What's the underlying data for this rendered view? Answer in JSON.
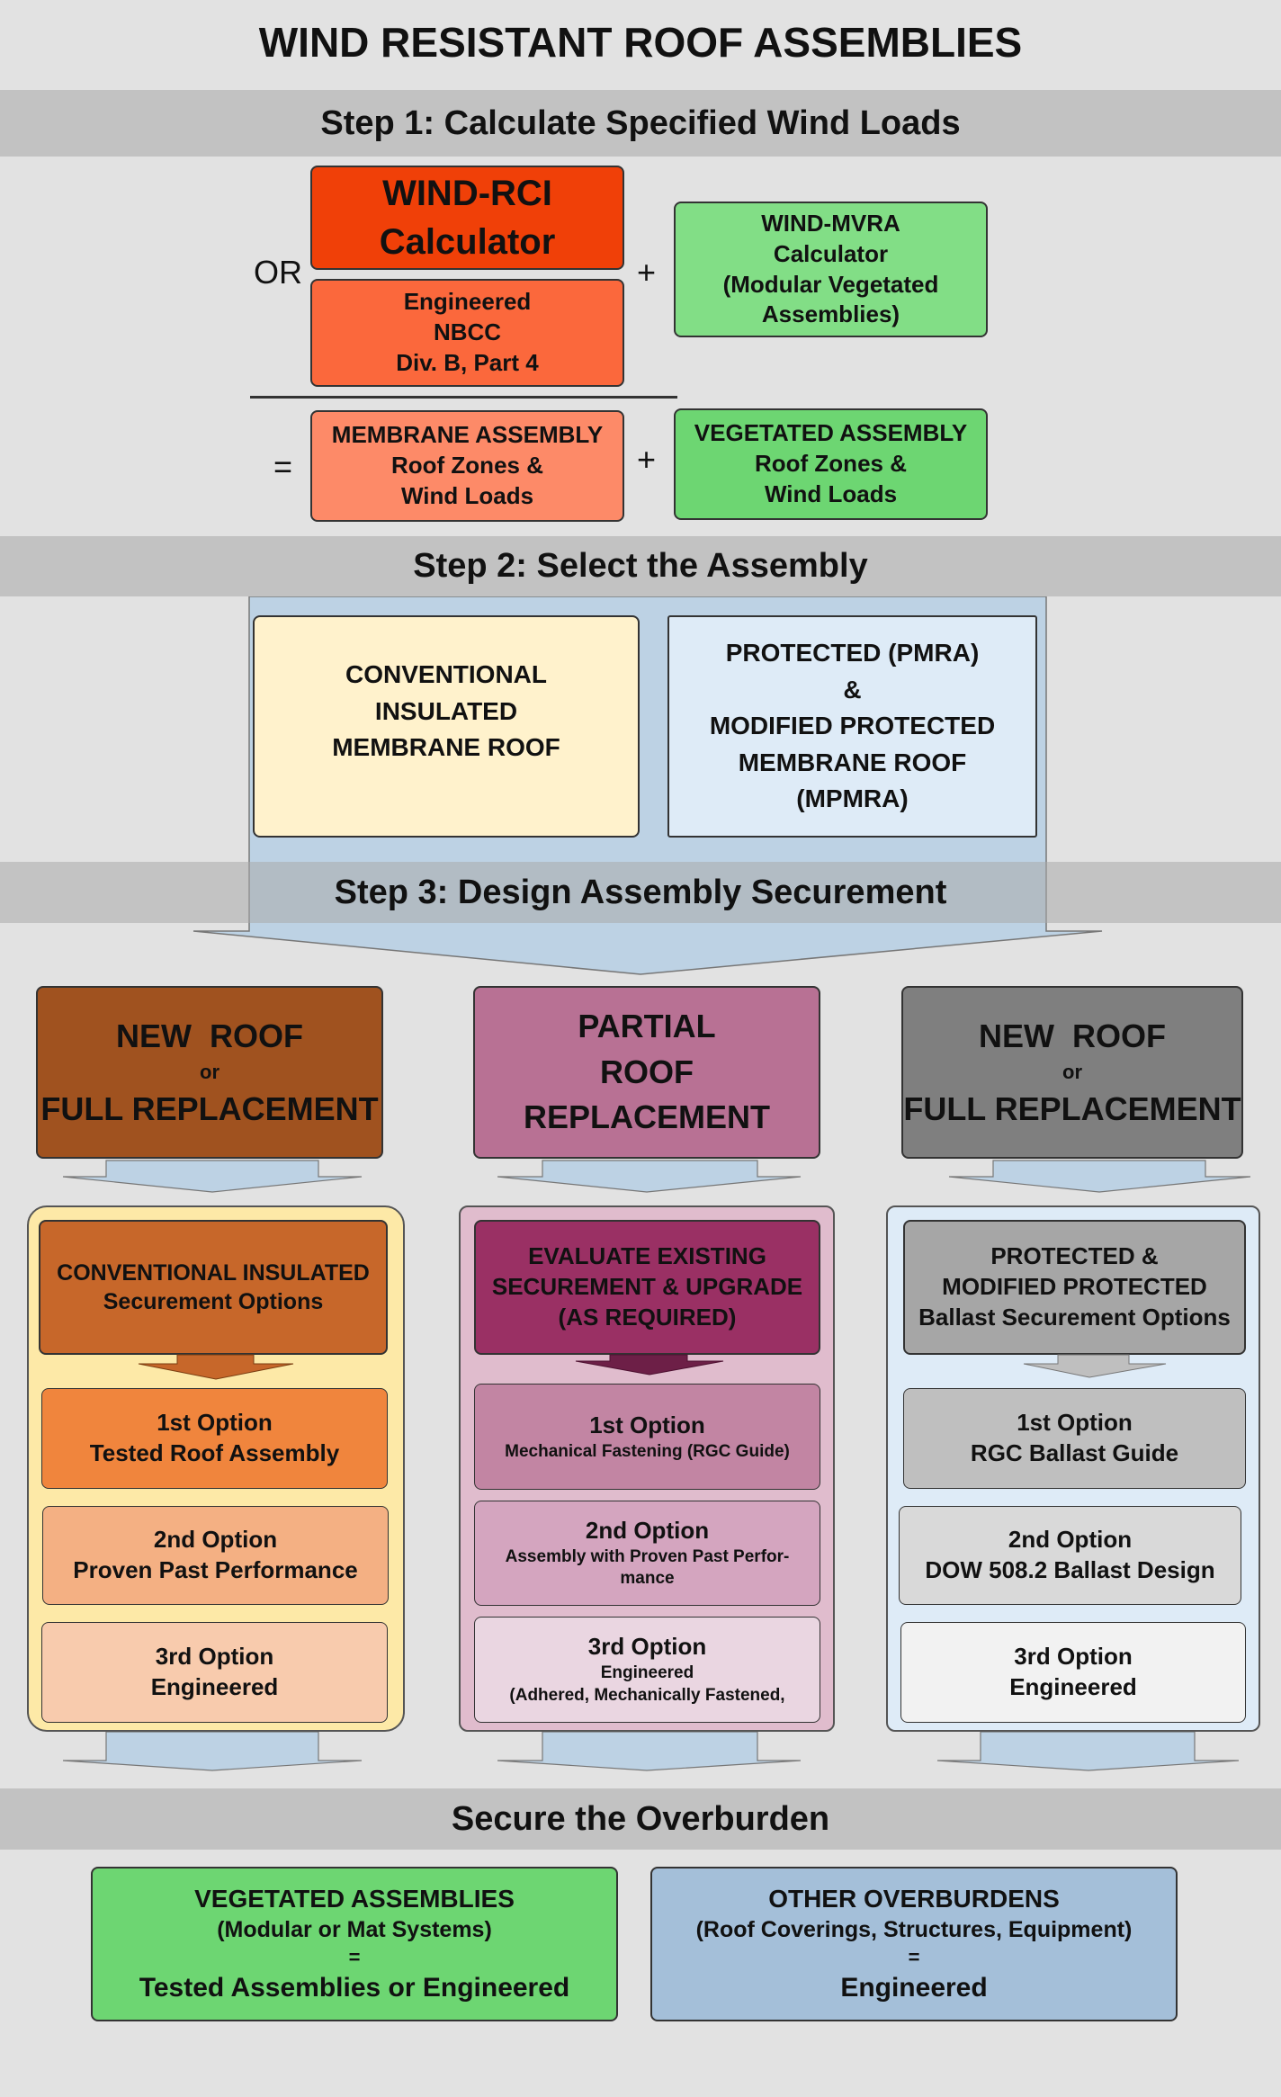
{
  "title": "WIND RESISTANT ROOF ASSEMBLIES",
  "step1": {
    "heading": "Step 1: Calculate Specified Wind Loads",
    "or_label": "OR",
    "plus_label": "+",
    "equals_label": "=",
    "wind_rci": {
      "line1": "WIND-RCI",
      "line2": "Calculator",
      "color": "#f04008"
    },
    "engineered": {
      "line1": "Engineered",
      "line2": "NBCC",
      "line3": "Div. B, Part 4",
      "color": "#fb683c"
    },
    "wind_mvra": {
      "line1": "WIND-MVRA",
      "line2": "Calculator",
      "line3": "(Modular Vegetated",
      "line4": "Assemblies)",
      "color": "#82de86"
    },
    "membrane_assembly": {
      "line1": "MEMBRANE ASSEMBLY",
      "line2": "Roof Zones &",
      "line3": "Wind Loads",
      "color": "#fd8a68"
    },
    "vegetated_assembly": {
      "line1": "VEGETATED ASSEMBLY",
      "line2": "Roof Zones &",
      "line3": "Wind Loads",
      "color": "#6dd672"
    }
  },
  "step2": {
    "heading": "Step 2: Select the Assembly",
    "conventional": {
      "line1": "CONVENTIONAL",
      "line2": "INSULATED",
      "line3": "MEMBRANE ROOF",
      "color": "#fff2cc"
    },
    "protected": {
      "line1": "PROTECTED (PMRA)",
      "line2": "&",
      "line3": "MODIFIED PROTECTED",
      "line4": "MEMBRANE ROOF",
      "line5": "(MPMRA)",
      "color": "#deebf7"
    }
  },
  "step3": {
    "heading": "Step 3: Design Assembly Securement",
    "columns": [
      {
        "header": {
          "line1": "NEW  ROOF",
          "line2": "or",
          "line3": "FULL REPLACEMENT",
          "color": "#a0521f"
        },
        "panel_color": "#fde9a7",
        "securement": {
          "line1": "CONVENTIONAL INSULATED",
          "line2": "Securement Options",
          "line3": "",
          "color": "#c7672a"
        },
        "options": [
          {
            "title": "1st Option",
            "desc": "Tested Roof Assembly",
            "desc2": "",
            "color": "#f0853d"
          },
          {
            "title": "2nd Option",
            "desc": "Proven Past Performance",
            "desc2": "",
            "color": "#f4b083"
          },
          {
            "title": "3rd Option",
            "desc": "Engineered",
            "desc2": "",
            "color": "#f8cbad"
          }
        ]
      },
      {
        "header": {
          "line1": "PARTIAL",
          "line2": "ROOF",
          "line3": "REPLACEMENT",
          "color": "#b87194"
        },
        "panel_color": "#e0bccd",
        "securement": {
          "line1": "EVALUATE EXISTING",
          "line2": "SECUREMENT & UPGRADE",
          "line3": "(AS REQUIRED)",
          "color": "#9a3064"
        },
        "options": [
          {
            "title": "1st Option",
            "desc": "Mechanical Fastening (RGC Guide)",
            "desc2": "",
            "color": "#c285a3"
          },
          {
            "title": "2nd Option",
            "desc": "Assembly with Proven Past Perfor-",
            "desc2": "mance",
            "color": "#d4a5bf"
          },
          {
            "title": "3rd Option",
            "desc": "Engineered",
            "desc2": "(Adhered, Mechanically Fastened,",
            "color": "#ead6e1"
          }
        ]
      },
      {
        "header": {
          "line1": "NEW  ROOF",
          "line2": "or",
          "line3": "FULL REPLACEMENT",
          "color": "#7f7f7f"
        },
        "panel_color": "#deebf7",
        "securement": {
          "line1": "PROTECTED &",
          "line2": "MODIFIED PROTECTED",
          "line3": "Ballast Securement Options",
          "color": "#a6a6a6"
        },
        "options": [
          {
            "title": "1st Option",
            "desc": "RGC Ballast Guide",
            "desc2": "",
            "color": "#bfbfbf"
          },
          {
            "title": "2nd Option",
            "desc": "DOW 508.2 Ballast Design",
            "desc2": "",
            "color": "#d9d9d9"
          },
          {
            "title": "3rd Option",
            "desc": "Engineered",
            "desc2": "",
            "color": "#f2f2f2"
          }
        ]
      }
    ]
  },
  "overburden": {
    "heading": "Secure the Overburden",
    "vegetated": {
      "line1": "VEGETATED ASSEMBLIES",
      "line2": "(Modular or Mat Systems)",
      "line3": "=",
      "line4": "Tested Assemblies or Engineered",
      "color": "#6dd672"
    },
    "other": {
      "line1": "OTHER OVERBURDENS",
      "line2": "(Roof Coverings, Structures, Equipment)",
      "line3": "=",
      "line4": "Engineered",
      "color": "#a4bfd9"
    }
  },
  "arrow_color": "#bdd2e4"
}
